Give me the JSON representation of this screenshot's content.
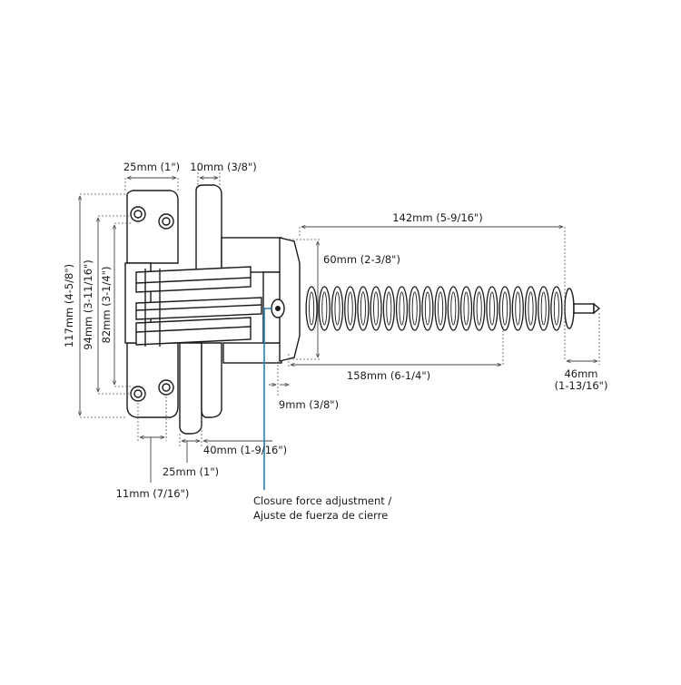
{
  "dimensions": {
    "body_width": "25mm (1\")",
    "arm_thickness": "10mm (3/8\")",
    "spring_length": "142mm (5-9/16\")",
    "spring_housing_height": "60mm (2-3/8\")",
    "total_height": "117mm (4-5/8\")",
    "hole_spacing": "94mm (3-11/16\")",
    "body_height": "82mm (3-1/4\")",
    "arm_extension": "158mm (6-1/4\")",
    "rod_length": "46mm",
    "rod_length_imperial": "(1-13/16\")",
    "gap": "9mm (3/8\")",
    "mount_depth": "40mm (1-9/16\")",
    "plate_width": "25mm (1\")",
    "hole_offset": "11mm (7/16\")"
  },
  "callout": {
    "line1": "Closure force adjustment /",
    "line2": "Ajuste de fuerza de cierre"
  },
  "colors": {
    "line": "#1a1a1a",
    "callout": "#2f7db5",
    "dimension": "#444444"
  }
}
